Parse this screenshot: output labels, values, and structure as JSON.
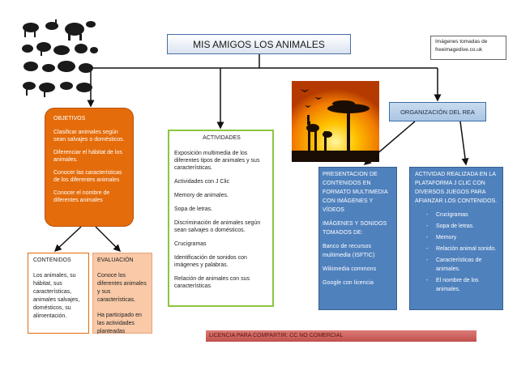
{
  "title": "MIS AMIGOS LOS ANIMALES",
  "credits": {
    "line1": "Imágenes tomadas de",
    "line2": "freeimagedive.co.uk"
  },
  "organizacion": "ORGANIZACIÓN DEL REA",
  "objetivos": {
    "header": "OBJETIVOS",
    "items": [
      "Clasificar animales según sean salvajes o domésticos.",
      "Diferenciar el hábitat de los animales.",
      "Conocer las características de los diferentes animales",
      "Conocer el nombre de diferentes animales"
    ]
  },
  "actividades": {
    "header": "ACTIVIDADES",
    "items": [
      "Exposición multimedia de los diferentes tipos de animales y sus características.",
      "Actividades con J Clic",
      "Memory de animales.",
      "Sopa de letras.",
      "Discriminación de animales según sean salvajes o domésticos.",
      "Crucigramas",
      "Identificación de sonidos con imágenes y palabras.",
      "Relación de animales con sus características"
    ]
  },
  "presentacion": {
    "items": [
      "PRESENTACION DE CONTENIDOS EN FORMATO MULTIMEDIA CON IMÁGENES Y VÍDEOS",
      "IMÁGENES Y SONIDOS TOMADOS DE:",
      "Banco de recursos multimedia (ISFTIC)",
      "Wikimedia commons",
      "Google con licencia"
    ]
  },
  "actividad_rea": {
    "header": "ACTIVIDAD REALIZADA EN LA PLATAFORMA J CLIC CON DIVERSOS JUEGOS PARA AFIANZAR LOS CONTENIDOS.",
    "items": [
      "Crucigramas",
      "Sopa de letras.",
      "Memory",
      "Relación animal sonido.",
      "Características de animales.",
      "El nombre de los animales."
    ]
  },
  "contenidos": {
    "header": "CONTENIDOS",
    "text": "Los animales, su hábitat, sus características, animales salvajes, domésticos, su alimentación."
  },
  "evaluacion": {
    "header": "EVALUACIÓN",
    "items": [
      "Conoce los diferentes animales y sus características.",
      "Ha participado en las actividades planteadas"
    ]
  },
  "licencia": "LICENCIA PARA COMPARTIR: CC NO COMERCIAL",
  "colors": {
    "orange": "#e46c0a",
    "blue": "#4f81bd",
    "green": "#8cc63f",
    "peach": "#f9c9a8",
    "red": "#c0504d"
  },
  "icons": [
    "animal-silhouettes-image",
    "sunset-savanna-image"
  ]
}
